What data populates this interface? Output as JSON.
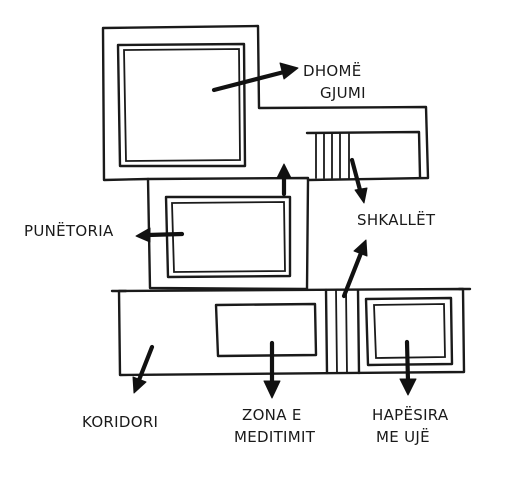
{
  "labels": {
    "bedroom_line1": "DHOMË",
    "bedroom_line2": "GJUMI",
    "workshop": "PUNËTORIA",
    "stairs": "SHKALLËT",
    "corridor": "KORIDORI",
    "meditation_line1": "ZONA E",
    "meditation_line2": "MEDITIMIT",
    "water_line1": "HAPËSIRA",
    "water_line2": "ME UJË"
  }
}
